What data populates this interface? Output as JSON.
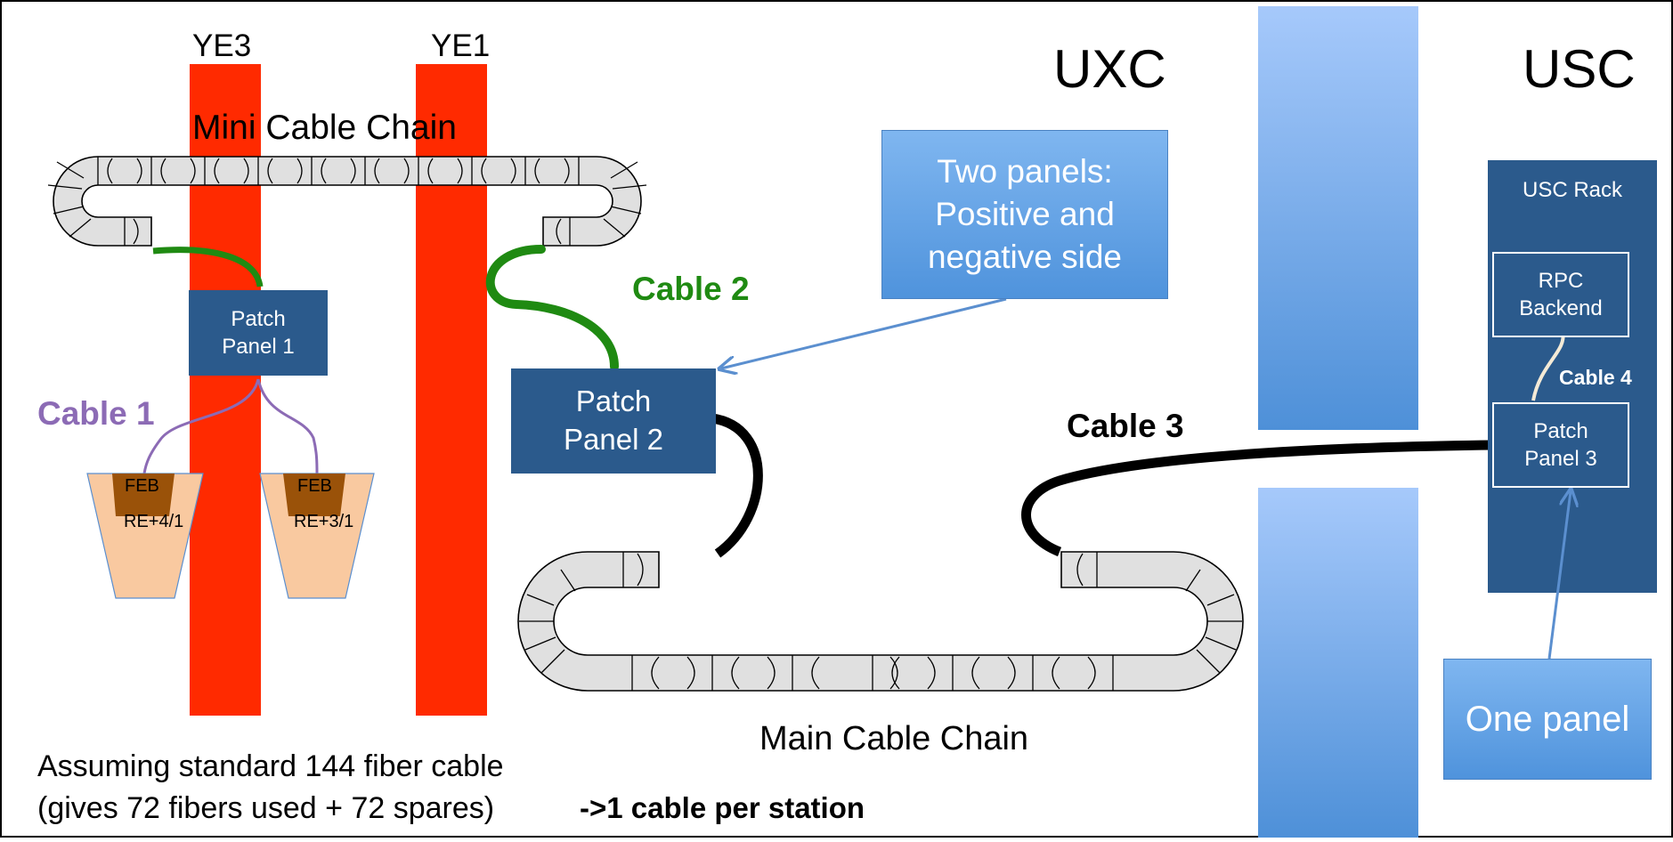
{
  "labels": {
    "ye3": "YE3",
    "ye1": "YE1",
    "uxc": "UXC",
    "usc": "USC",
    "mini_cable_chain": "Mini Cable Chain",
    "main_cable_chain": "Main Cable Chain",
    "cable1": "Cable 1",
    "cable2": "Cable 2",
    "cable3": "Cable 3",
    "cable4": "Cable 4",
    "feb1_name": "FEB",
    "feb1_id": "RE+4/1",
    "feb2_name": "FEB",
    "feb2_id": "RE+3/1"
  },
  "boxes": {
    "patch_panel_1": "Patch\nPanel 1",
    "patch_panel_2": "Patch\nPanel 2",
    "patch_panel_3": "Patch\nPanel  3",
    "usc_rack": "USC Rack",
    "rpc_backend": "RPC\nBackend",
    "callout_two_panels": "Two panels:\nPositive and\nnegative side",
    "callout_one_panel": "One panel"
  },
  "note": {
    "line1": "Assuming standard 144 fiber cable",
    "line2": "(gives 72 fibers used + 72 spares)",
    "emphasis": "->1 cable per station"
  },
  "colors": {
    "yoke": "#ff2a00",
    "chain_fill": "#e0e0e0",
    "panel": "#2b5a8c",
    "callout": "#62a2e6",
    "wall": "#5b9be0",
    "cable1": "#8c6bb5",
    "cable2": "#1f8a12",
    "cable3": "#000000",
    "cable4": "#f4ead6",
    "feb_body": "#f9c9a0",
    "feb_cap": "#9a5209"
  }
}
